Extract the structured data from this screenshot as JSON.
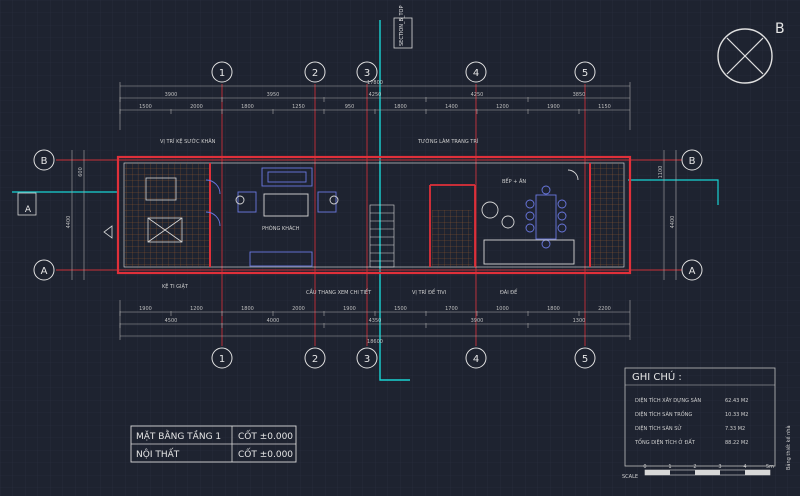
{
  "colors": {
    "background": "#1e2330",
    "grid": "#2c3242",
    "wall": "#e0303a",
    "line_white": "#e8e8e8",
    "dim_grey": "#a8a8a8",
    "cyan": "#19d3d3",
    "brown": "#9b5a2c",
    "blue_furniture": "#6a78e0"
  },
  "compass": {
    "label": "B"
  },
  "section_marker": {
    "code": "SECTION_B_TOP",
    "letter": "B",
    "letter_left": "A"
  },
  "axes": {
    "vertical": [
      "1",
      "2",
      "3",
      "4",
      "5"
    ],
    "horizontal": [
      "B",
      "A"
    ]
  },
  "dimensions": {
    "top_total": "17800",
    "top_row_1": [
      "3900",
      "3950",
      "4250",
      "4250",
      "3850"
    ],
    "top_row_2": [
      "1500",
      "2000",
      "1800",
      "1250",
      "950",
      "1800",
      "1400",
      "1200",
      "1900",
      "1150"
    ],
    "bottom_total": "18600",
    "bottom_row_1": [
      "4500",
      "4000",
      "4350",
      "3900",
      "1300"
    ],
    "bottom_row_2": [
      "1900",
      "1200",
      "1800",
      "2000",
      "1900",
      "1500",
      "1700",
      "1000",
      "1800",
      "2200"
    ],
    "left_side": [
      "4400",
      "600"
    ],
    "right_side": [
      "4400",
      "1100"
    ]
  },
  "room_labels": {
    "vi_tri_ke": "VỊ TRÍ KỆ SƯỚC KHĂN",
    "tuong": "TƯỜNG LÀM TRANG TRÍ",
    "phong_khach": "PHÒNG KHÁCH",
    "bep": "BẾP + ĂN",
    "ke_ti_giat": "KỆ TI GIẶT",
    "cau_thang": "CẦU THANG XEM CHI TIẾT",
    "vi_tri_de_tivi": "VỊ TRÍ ĐỂ TIVI",
    "dai_de": "ĐÀI ĐỂ"
  },
  "notes": {
    "title": "GHI CHÚ :",
    "rows": [
      {
        "label": "DIỆN TÍCH XÂY DỰNG SÀN",
        "value": "62.43 M2"
      },
      {
        "label": "DIỆN TÍCH SÀN TRỐNG",
        "value": "10.33 M2"
      },
      {
        "label": "DIỆN TÍCH SÀN SỬ",
        "value": "7.33 M2"
      },
      {
        "label": "TỔNG DIỆN TÍCH Ở ĐẤT",
        "value": "88.22 M2"
      }
    ],
    "scale_label": "SCALE",
    "scale_ticks": [
      "0",
      "1",
      "2",
      "3",
      "4",
      "5m"
    ],
    "watermark": "Bảng thiết kế nhà"
  },
  "title_block": {
    "row1_left": "MẶT BẰNG TẦNG 1",
    "row1_right": "CỐT ±0.000",
    "row2_left": "NỘI THẤT",
    "row2_right": "CỐT ±0.000"
  }
}
